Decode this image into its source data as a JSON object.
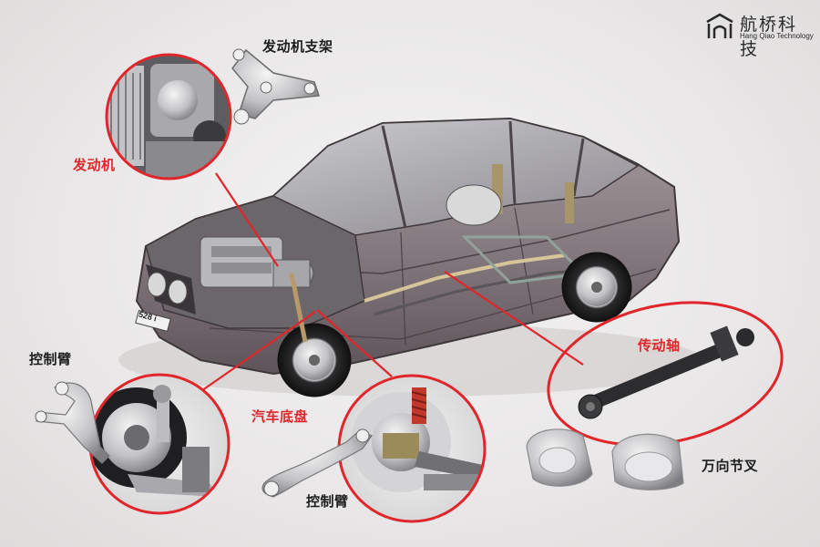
{
  "brand": {
    "name_cn": "航桥科技",
    "name_en": "Hang Qiao Technology",
    "logo_icon": "hq-logo-icon"
  },
  "car": {
    "plate": "528 i"
  },
  "labels": {
    "engine_mount": "发动机支架",
    "engine": "发动机",
    "control_arm_left": "控制臂",
    "car_chassis": "汽车底盘",
    "control_arm_bottom": "控制臂",
    "drive_shaft": "传动轴",
    "universal_joint": "万向节叉"
  },
  "colors": {
    "accent_red": "#e0262a",
    "car_body": "#8e8286",
    "metal": "#c9c9cc",
    "text_dark": "#1d1d1d"
  }
}
